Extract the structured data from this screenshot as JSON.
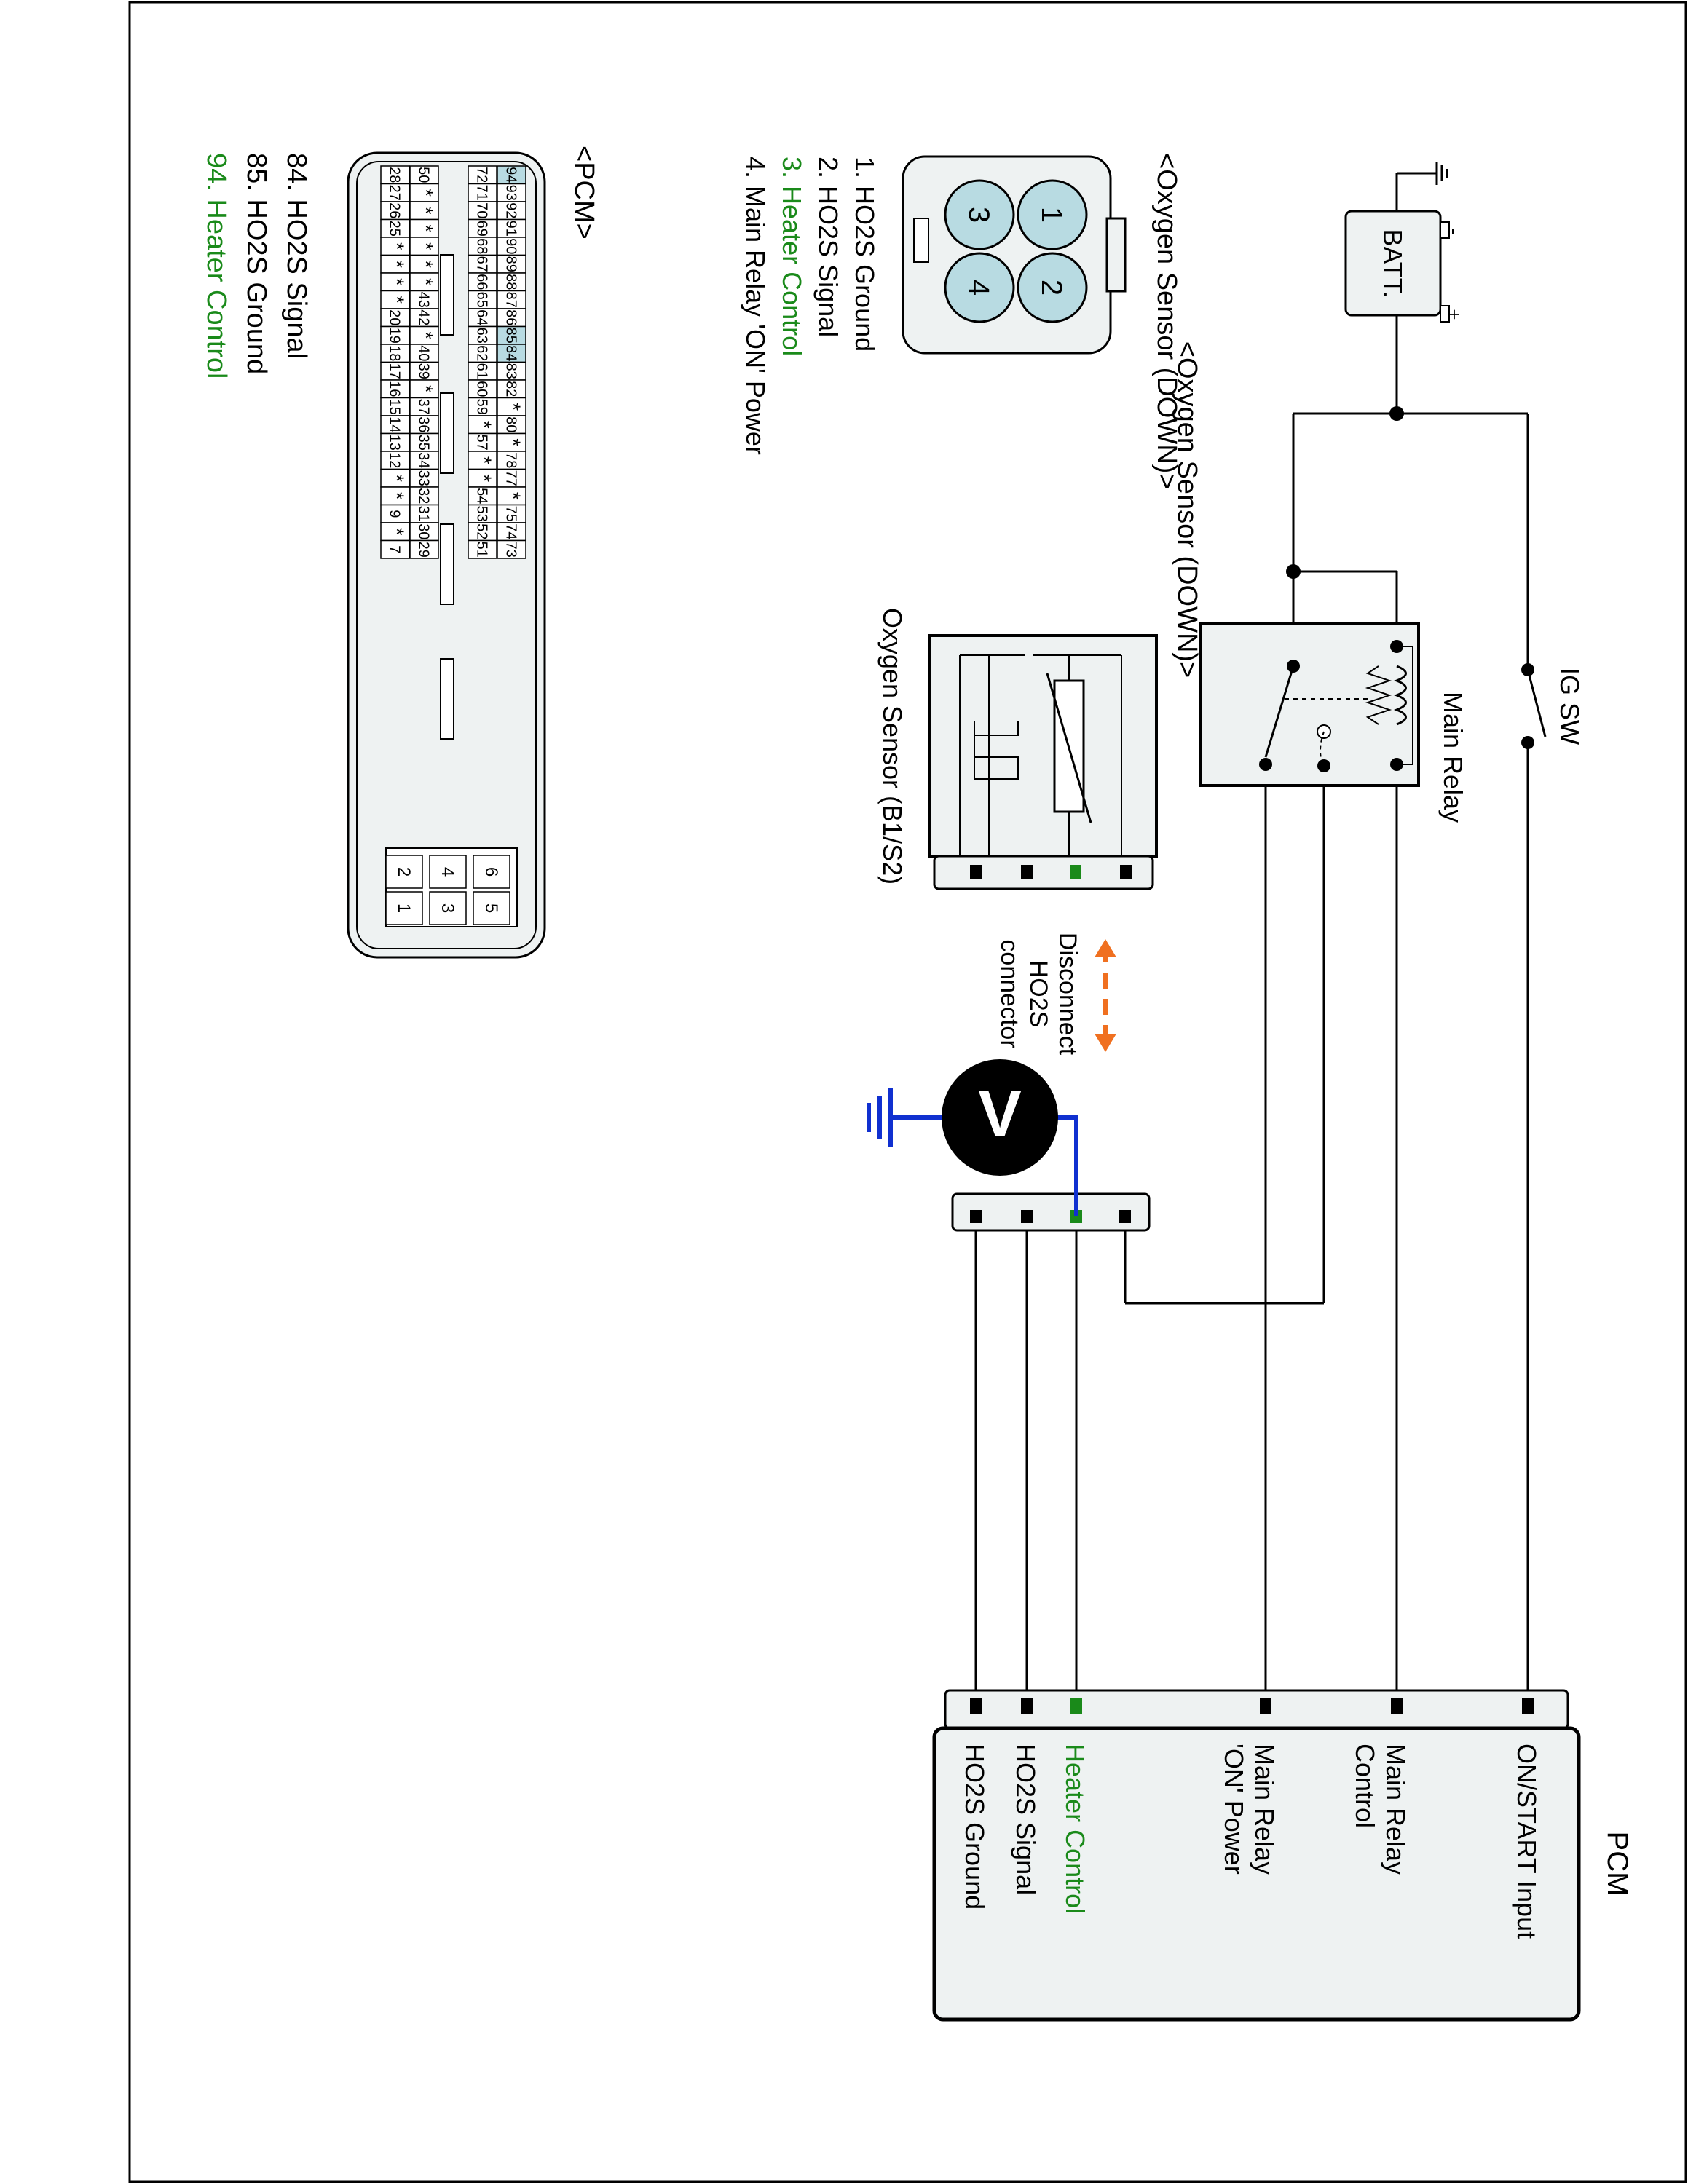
{
  "components": {
    "battery": "BATT.",
    "battery_minus": "-",
    "battery_plus": "+",
    "ig_switch": "IG SW",
    "main_relay": "Main Relay",
    "sensor_body": "Oxygen Sensor (B1/S2)",
    "disconnect_note": [
      "Disconnect",
      "HO2S",
      "connector"
    ],
    "voltmeter": "V"
  },
  "pcm_box": {
    "title": "PCM",
    "pins": [
      {
        "label": [
          "ON/START Input"
        ],
        "color": "#000000"
      },
      {
        "label": [
          "Main Relay",
          "Control"
        ],
        "color": "#000000"
      },
      {
        "label": [
          "Main Relay",
          "'ON' Power"
        ],
        "color": "#000000"
      },
      {
        "label": [
          "Heater Control"
        ],
        "color": "#1a8a1a"
      },
      {
        "label": [
          "HO2S  Signal"
        ],
        "color": "#000000"
      },
      {
        "label": [
          "HO2S  Ground"
        ],
        "color": "#000000"
      }
    ]
  },
  "oxygen_sensor_connector": {
    "title": "<Oxygen Sensor (DOWN)>",
    "pin_numbers": [
      "1",
      "2",
      "3",
      "4"
    ],
    "legend": [
      {
        "text": "1. HO2S  Ground",
        "color": "#000000"
      },
      {
        "text": "2. HO2S  Signal",
        "color": "#000000"
      },
      {
        "text": "3. Heater Control",
        "color": "#1a8a1a"
      },
      {
        "text": "4. Main Relay  'ON' Power",
        "color": "#000000"
      }
    ]
  },
  "pcm_connector": {
    "title": "<PCM>",
    "rows": [
      [
        "94",
        "93",
        "92",
        "91",
        "90",
        "89",
        "88",
        "87",
        "86",
        "85",
        "84",
        "83",
        "82",
        "*",
        "80",
        "*",
        "78",
        "77",
        "*",
        "75",
        "74",
        "73"
      ],
      [
        "72",
        "71",
        "70",
        "69",
        "68",
        "67",
        "66",
        "65",
        "64",
        "63",
        "62",
        "61",
        "60",
        "59",
        "*",
        "57",
        "*",
        "*",
        "54",
        "53",
        "52",
        "51"
      ],
      [
        "50",
        "*",
        "*",
        "*",
        "*",
        "*",
        "*",
        "43",
        "42",
        "*",
        "40",
        "39",
        "*",
        "37",
        "36",
        "35",
        "34",
        "33",
        "32",
        "31",
        "30",
        "29"
      ],
      [
        "28",
        "27",
        "26",
        "25",
        "*",
        "*",
        "*",
        "*",
        "20",
        "19",
        "18",
        "17",
        "16",
        "15",
        "14",
        "13",
        "12",
        "*",
        "*",
        "9",
        "*",
        "7"
      ]
    ],
    "highlighted": [
      "94",
      "85",
      "84"
    ],
    "aux_pins": [
      [
        "6",
        "5"
      ],
      [
        "4",
        "3"
      ],
      [
        "2",
        "1"
      ]
    ],
    "legend": [
      {
        "text": "84. HO2S  Signal",
        "color": "#000000"
      },
      {
        "text": "85. HO2S  Ground",
        "color": "#000000"
      },
      {
        "text": "94. Heater Control",
        "color": "#1a8a1a"
      }
    ]
  },
  "colors": {
    "wire": "#000000",
    "meter_wire": "#1030d0",
    "heater_green": "#1a8a1a",
    "arrow_orange": "#f07020",
    "pin_fill": "#b8dbe2",
    "box_fill": "#eef2f2"
  }
}
